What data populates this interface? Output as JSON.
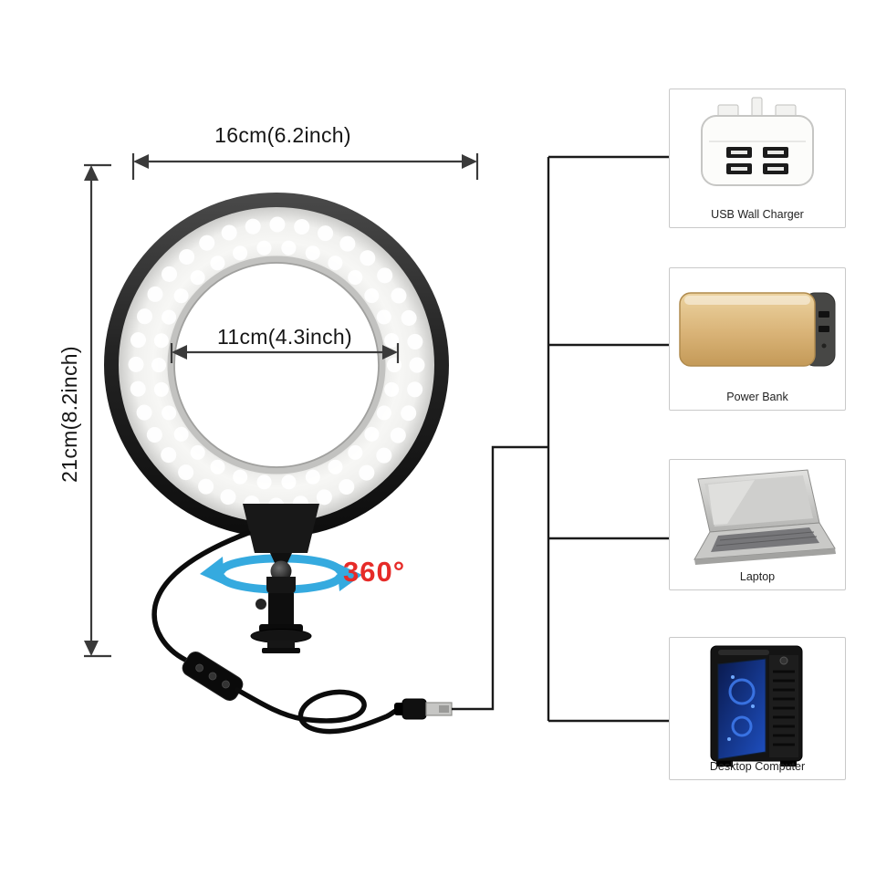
{
  "dimensions": {
    "outer_width_label": "16cm(6.2inch)",
    "inner_width_label": "11cm(4.3inch)",
    "height_label": "21cm(8.2inch)",
    "rotation_label": "360°"
  },
  "connectivity": {
    "devices": [
      {
        "label": "USB Wall Charger"
      },
      {
        "label": "Power Bank"
      },
      {
        "label": "Laptop"
      },
      {
        "label": "Desktop Computer"
      }
    ]
  },
  "colors": {
    "rotation_text": "#e62b28",
    "rotation_arrows": "#35aadf",
    "dimension_lines": "#3a3a3a",
    "connector_lines": "#1a1a1a",
    "device_box_border": "#c9c9c9",
    "power_bank_gold": "#d7b072",
    "background": "#ffffff"
  }
}
